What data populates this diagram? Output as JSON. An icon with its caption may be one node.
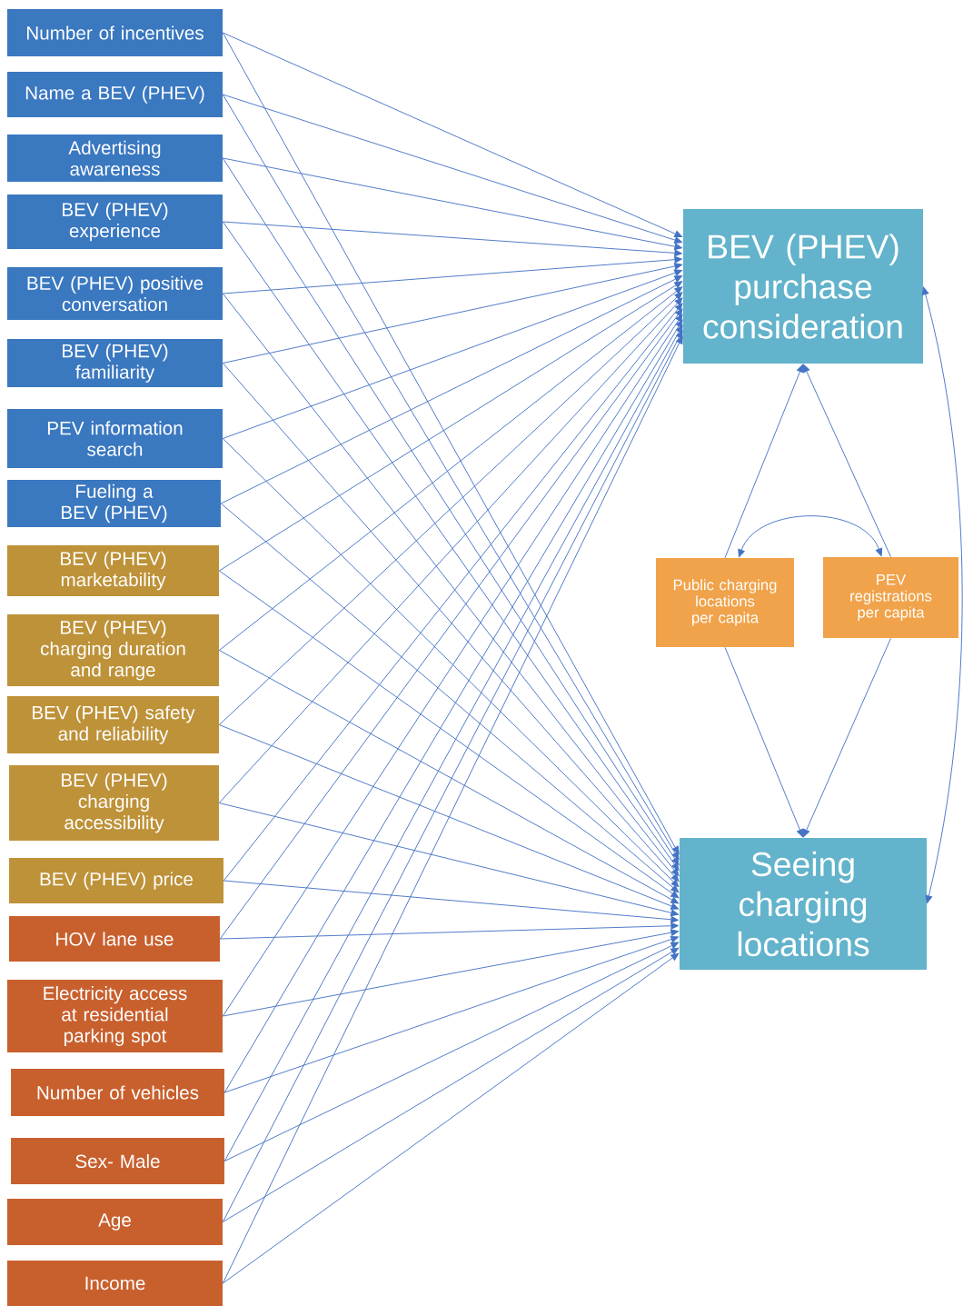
{
  "diagram": {
    "nodes": [
      {
        "text": [
          "Number of incentives"
        ]
      },
      {
        "text": [
          "Name a BEV (PHEV)"
        ]
      },
      {
        "text": [
          "Advertising awareness"
        ]
      },
      {
        "text": [
          "BEV (PHEV) experience"
        ]
      },
      {
        "text": [
          "BEV (PHEV) positive conversation"
        ]
      },
      {
        "text": [
          "BEV (PHEV) familiarity"
        ]
      },
      {
        "text": [
          "PEV information search"
        ]
      },
      {
        "text": [
          "Fueling a BEV (PHEV)"
        ]
      },
      {
        "text": [
          "BEV (PHEV) marketability"
        ]
      },
      {
        "text": [
          "BEV (PHEV) charging duration and range"
        ]
      },
      {
        "text": [
          "BEV (PHEV) safety and reliability"
        ]
      },
      {
        "text": [
          "BEV (PHEV) charging accessibility"
        ]
      },
      {
        "text": [
          "BEV (PHEV) price"
        ]
      },
      {
        "text": [
          "HOV lane use"
        ]
      },
      {
        "text": [
          "Electricity access at residential parking spot"
        ]
      },
      {
        "text": [
          "Number of vehicles"
        ]
      },
      {
        "text": [
          "Sex- Male"
        ]
      },
      {
        "text": [
          "Age"
        ]
      },
      {
        "text": [
          "Income"
        ]
      },
      {
        "text": [
          "BEV (PHEV) purchase consideration"
        ]
      },
      {
        "text": [
          "Seeing charging locations"
        ]
      },
      {
        "text": [
          "Public charging locations per capita"
        ]
      },
      {
        "text": [
          "PEV registrations per capita"
        ]
      }
    ],
    "edges": [
      {
        "from": 0,
        "to": 19,
        "arrow": "to"
      },
      {
        "from": 0,
        "to": 20,
        "arrow": "to"
      },
      {
        "from": 1,
        "to": 19,
        "arrow": "to"
      },
      {
        "from": 1,
        "to": 20,
        "arrow": "to"
      },
      {
        "from": 2,
        "to": 19,
        "arrow": "to"
      },
      {
        "from": 2,
        "to": 20,
        "arrow": "to"
      },
      {
        "from": 3,
        "to": 19,
        "arrow": "to"
      },
      {
        "from": 3,
        "to": 20,
        "arrow": "to"
      },
      {
        "from": 4,
        "to": 19,
        "arrow": "to"
      },
      {
        "from": 4,
        "to": 20,
        "arrow": "to"
      },
      {
        "from": 5,
        "to": 19,
        "arrow": "to"
      },
      {
        "from": 5,
        "to": 20,
        "arrow": "to"
      },
      {
        "from": 6,
        "to": 19,
        "arrow": "to"
      },
      {
        "from": 6,
        "to": 20,
        "arrow": "to"
      },
      {
        "from": 7,
        "to": 19,
        "arrow": "to"
      },
      {
        "from": 7,
        "to": 20,
        "arrow": "to"
      },
      {
        "from": 8,
        "to": 19,
        "arrow": "to"
      },
      {
        "from": 8,
        "to": 20,
        "arrow": "to"
      },
      {
        "from": 9,
        "to": 19,
        "arrow": "to"
      },
      {
        "from": 9,
        "to": 20,
        "arrow": "to"
      },
      {
        "from": 10,
        "to": 19,
        "arrow": "to"
      },
      {
        "from": 10,
        "to": 20,
        "arrow": "to"
      },
      {
        "from": 11,
        "to": 19,
        "arrow": "to"
      },
      {
        "from": 11,
        "to": 20,
        "arrow": "to"
      },
      {
        "from": 12,
        "to": 19,
        "arrow": "to"
      },
      {
        "from": 12,
        "to": 20,
        "arrow": "to"
      },
      {
        "from": 13,
        "to": 19,
        "arrow": "to"
      },
      {
        "from": 13,
        "to": 20,
        "arrow": "to"
      },
      {
        "from": 14,
        "to": 19,
        "arrow": "to"
      },
      {
        "from": 14,
        "to": 20,
        "arrow": "to"
      },
      {
        "from": 15,
        "to": 19,
        "arrow": "to"
      },
      {
        "from": 15,
        "to": 20,
        "arrow": "to"
      },
      {
        "from": 16,
        "to": 19,
        "arrow": "to"
      },
      {
        "from": 16,
        "to": 20,
        "arrow": "to"
      },
      {
        "from": 17,
        "to": 19,
        "arrow": "to"
      },
      {
        "from": 17,
        "to": 20,
        "arrow": "to"
      },
      {
        "from": 18,
        "to": 19,
        "arrow": "to"
      },
      {
        "from": 18,
        "to": 20,
        "arrow": "to"
      },
      {
        "from": 21,
        "to": 19,
        "arrow": "to"
      },
      {
        "from": 22,
        "to": 19,
        "arrow": "to"
      },
      {
        "from": 21,
        "to": 20,
        "arrow": "to"
      },
      {
        "from": 22,
        "to": 20,
        "arrow": "to"
      },
      {
        "from": 21,
        "to": 22,
        "arrow": "both"
      },
      {
        "from": 19,
        "to": 20,
        "arrow": "both"
      }
    ]
  }
}
